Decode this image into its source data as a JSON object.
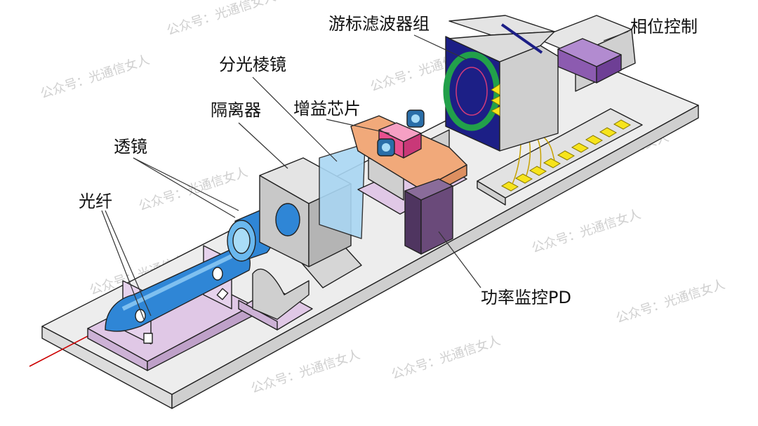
{
  "labels": {
    "vernier_filters": "游标滤波器组",
    "phase_control": "相位控制",
    "beam_splitter": "分光棱镜",
    "gain_chip": "增益芯片",
    "isolator": "隔离器",
    "lens": "透镜",
    "fiber": "光纤",
    "power_monitor": "功率监控PD"
  },
  "watermark": "公众号：光通信女人",
  "colors": {
    "plate": "#ececec",
    "fiber_sleeve": "#2f86d6",
    "mount": "#e0c8e6",
    "gain_chip": "#e8508f",
    "chip_carrier": "#f1a97a",
    "prism": "#a9d6f3",
    "pd": "#6a4a7a",
    "filter": "#1c1f86",
    "phase": "#8c5bb0",
    "laser_beam": "#cc0000"
  }
}
